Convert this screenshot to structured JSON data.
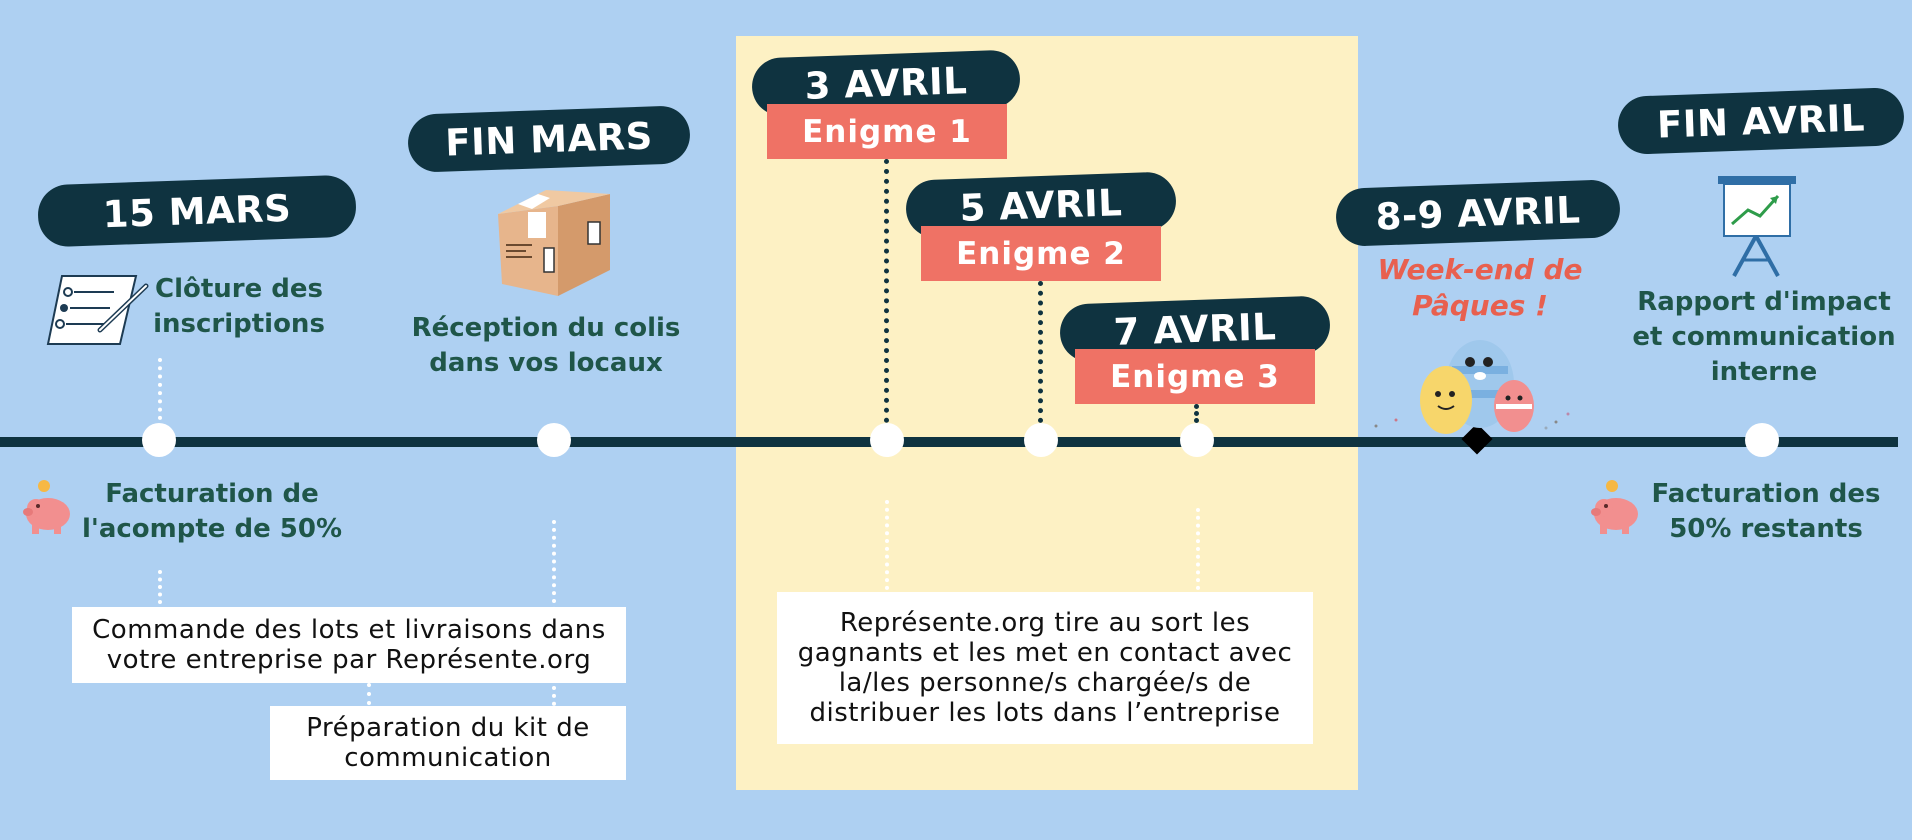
{
  "milestones": {
    "m15mars": {
      "date": "15  MARS",
      "label": "Clôture des inscriptions",
      "billing": "Facturation de l'acompte de 50%"
    },
    "finmars": {
      "date": "FIN MARS",
      "label": "Réception du colis dans vos locaux"
    },
    "a3": {
      "date": "3 AVRIL",
      "tag": "Enigme 1"
    },
    "a5": {
      "date": "5 AVRIL",
      "tag": "Enigme 2"
    },
    "a7": {
      "date": "7 AVRIL",
      "tag": "Enigme 3"
    },
    "paques": {
      "date": "8-9 AVRIL",
      "note": "Week-end de Pâques !"
    },
    "finavril": {
      "date": "FIN AVRIL",
      "label": "Rapport d'impact et communication interne",
      "billing": "Facturation des 50% restants"
    }
  },
  "boxes": {
    "commande": "Commande des lots et livraisons dans votre entreprise par Représente.org",
    "preparation": "Préparation du kit de communication",
    "tirage": "Représente.org tire au sort les gagnants et les met en contact avec la/les personne/s chargée/s de distribuer les lots dans l’entreprise"
  },
  "colors": {
    "background": "#aed0f2",
    "navy": "#0f3340",
    "coral": "#ef7265",
    "highlight": "#fdf1c4",
    "green": "#1f5649"
  }
}
